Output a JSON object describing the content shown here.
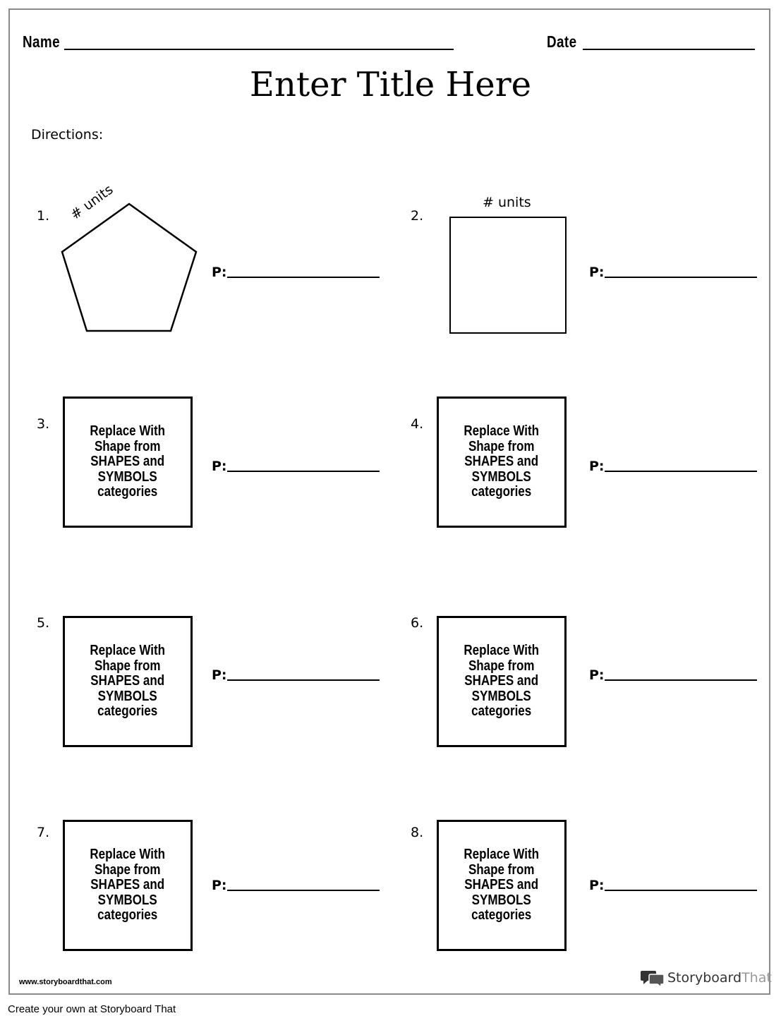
{
  "header": {
    "name_label": "Name",
    "date_label": "Date"
  },
  "title": "Enter Title Here",
  "directions": "Directions:",
  "problems": [
    {
      "number": "1.",
      "shape": "pentagon",
      "shape_label": "# units",
      "p_label": "P:"
    },
    {
      "number": "2.",
      "shape": "square",
      "shape_label": "# units",
      "p_label": "P:"
    },
    {
      "number": "3.",
      "placeholder": "Replace With\nShape from\nSHAPES and\nSYMBOLS\ncategories",
      "p_label": "P:"
    },
    {
      "number": "4.",
      "placeholder": "Replace With\nShape from\nSHAPES and\nSYMBOLS\ncategories",
      "p_label": "P:"
    },
    {
      "number": "5.",
      "placeholder": "Replace With\nShape from\nSHAPES and\nSYMBOLS\ncategories",
      "p_label": "P:"
    },
    {
      "number": "6.",
      "placeholder": "Replace With\nShape from\nSHAPES and\nSYMBOLS\ncategories",
      "p_label": "P:"
    },
    {
      "number": "7.",
      "placeholder": "Replace With\nShape from\nSHAPES and\nSYMBOLS\ncategories",
      "p_label": "P:"
    },
    {
      "number": "8.",
      "placeholder": "Replace With\nShape from\nSHAPES and\nSYMBOLS\ncategories",
      "p_label": "P:"
    }
  ],
  "footer": {
    "url": "www.storyboardthat.com",
    "logo_bold": "Storyboard",
    "logo_light": "That",
    "logo_icon": "speech-bubbles-icon",
    "create_text": "Create your own at Storyboard That"
  },
  "colors": {
    "frame_border": "#8a8a8a",
    "logo_icon": "#333333",
    "logo_light_text": "#9a9a9a"
  }
}
